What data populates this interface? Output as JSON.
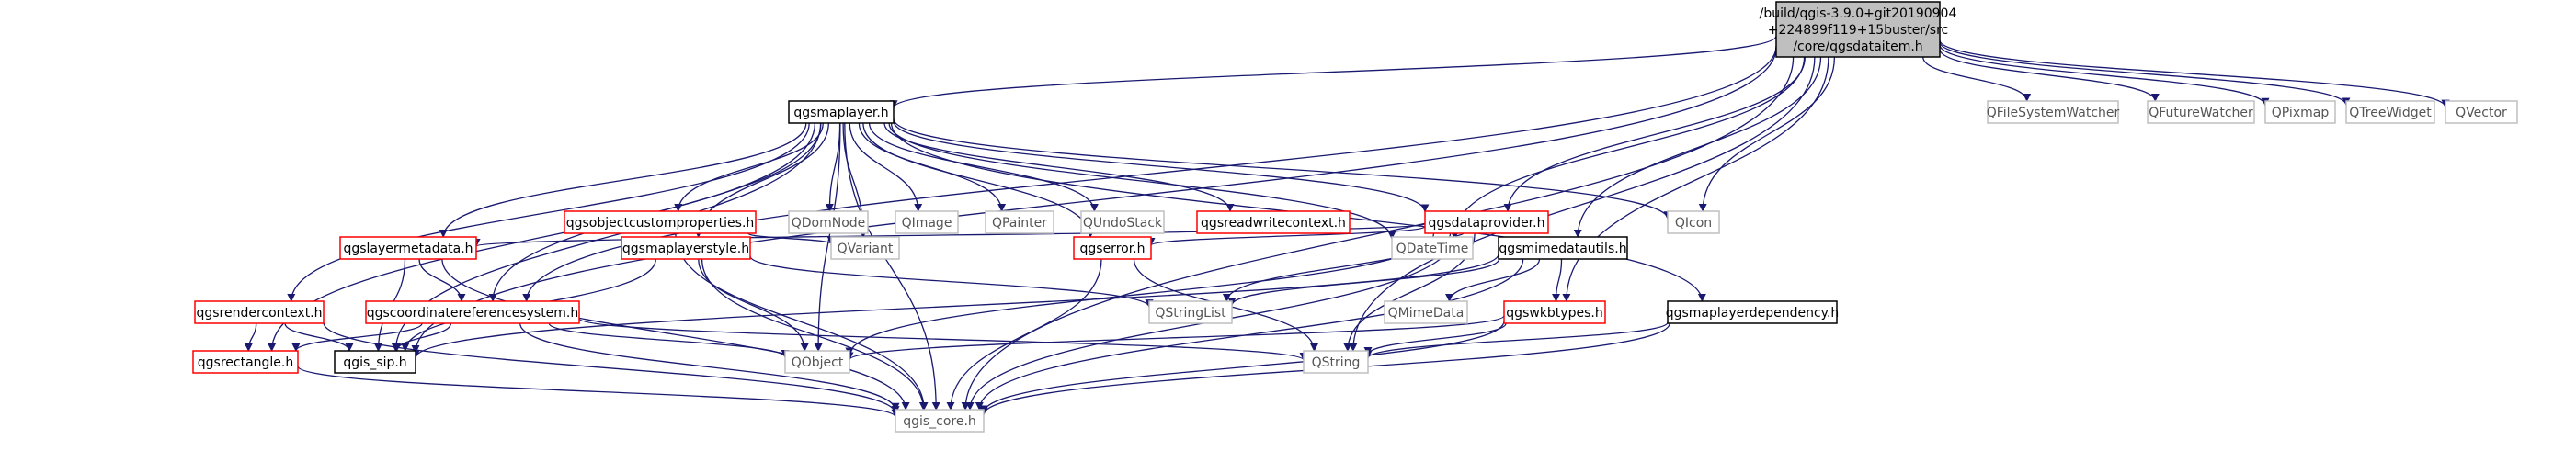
{
  "colors": {
    "edge": "#191970",
    "edge_light": "#bfbfbf",
    "border_black": "#000000",
    "border_red": "#ff0000",
    "border_gray": "#bfbfbf",
    "root_fill": "#bfbfbf",
    "text_dark": "#000000",
    "text_gray": "#555555"
  },
  "nodes": {
    "root": {
      "lines": [
        "/build/qgis-3.9.0+git20190904",
        "+224899f119+15buster/src",
        "/core/qgsdataitem.h"
      ],
      "style": "root"
    },
    "qgsmaplayer": {
      "lines": [
        "qgsmaplayer.h"
      ],
      "style": "black"
    },
    "qfilesystemwatcher": {
      "lines": [
        "QFileSystemWatcher"
      ],
      "style": "gray"
    },
    "qfuturewatcher": {
      "lines": [
        "QFutureWatcher"
      ],
      "style": "gray"
    },
    "qpixmap": {
      "lines": [
        "QPixmap"
      ],
      "style": "gray"
    },
    "qtreewidget": {
      "lines": [
        "QTreeWidget"
      ],
      "style": "gray"
    },
    "qvector": {
      "lines": [
        "QVector"
      ],
      "style": "gray"
    },
    "qgsobjectcustomproperties": {
      "lines": [
        "qgsobjectcustomproperties.h"
      ],
      "style": "red"
    },
    "qdomnode": {
      "lines": [
        "QDomNode"
      ],
      "style": "gray"
    },
    "qimage": {
      "lines": [
        "QImage"
      ],
      "style": "gray"
    },
    "qpainter": {
      "lines": [
        "QPainter"
      ],
      "style": "gray"
    },
    "qundostack": {
      "lines": [
        "QUndoStack"
      ],
      "style": "gray"
    },
    "qgsreadwritecontext": {
      "lines": [
        "qgsreadwritecontext.h"
      ],
      "style": "red"
    },
    "qgsdataprovider": {
      "lines": [
        "qgsdataprovider.h"
      ],
      "style": "red"
    },
    "qicon": {
      "lines": [
        "QIcon"
      ],
      "style": "gray"
    },
    "qgslayermetadata": {
      "lines": [
        "qgslayermetadata.h"
      ],
      "style": "red"
    },
    "qgsmaplayerstyle": {
      "lines": [
        "qgsmaplayerstyle.h"
      ],
      "style": "red"
    },
    "qvariant": {
      "lines": [
        "QVariant"
      ],
      "style": "gray"
    },
    "qgserror": {
      "lines": [
        "qgserror.h"
      ],
      "style": "red"
    },
    "qdatetime": {
      "lines": [
        "QDateTime"
      ],
      "style": "gray"
    },
    "qgsmimedatautils": {
      "lines": [
        "qgsmimedatautils.h"
      ],
      "style": "black"
    },
    "qgsrendercontext": {
      "lines": [
        "qgsrendercontext.h"
      ],
      "style": "red"
    },
    "qgscoordinatereferencesystem": {
      "lines": [
        "qgscoordinatereferencesystem.h"
      ],
      "style": "red"
    },
    "qstringlist": {
      "lines": [
        "QStringList"
      ],
      "style": "gray"
    },
    "qmimedata": {
      "lines": [
        "QMimeData"
      ],
      "style": "gray"
    },
    "qgswkbtypes": {
      "lines": [
        "qgswkbtypes.h"
      ],
      "style": "red"
    },
    "qgsmaplayerdependency": {
      "lines": [
        "qgsmaplayerdependency.h"
      ],
      "style": "black"
    },
    "qgsrectangle": {
      "lines": [
        "qgsrectangle.h"
      ],
      "style": "red"
    },
    "qgis_sip": {
      "lines": [
        "qgis_sip.h"
      ],
      "style": "black"
    },
    "qobject": {
      "lines": [
        "QObject"
      ],
      "style": "gray"
    },
    "qstring": {
      "lines": [
        "QString"
      ],
      "style": "gray"
    },
    "qgis_core": {
      "lines": [
        "qgis_core.h"
      ],
      "style": "gray"
    }
  },
  "edges": [
    [
      "root",
      "qgsmaplayer"
    ],
    [
      "root",
      "qfilesystemwatcher"
    ],
    [
      "root",
      "qfuturewatcher"
    ],
    [
      "root",
      "qpixmap"
    ],
    [
      "root",
      "qtreewidget"
    ],
    [
      "root",
      "qvector"
    ],
    [
      "root",
      "qicon"
    ],
    [
      "root",
      "qdatetime"
    ],
    [
      "root",
      "qgsmimedatautils"
    ],
    [
      "root",
      "qgscoordinatereferencesystem"
    ],
    [
      "root",
      "qgis_sip"
    ],
    [
      "root",
      "qgswkbtypes"
    ],
    [
      "root",
      "qstring"
    ],
    [
      "root",
      "qgis_core"
    ],
    [
      "root",
      "qgsdataprovider"
    ],
    [
      "qgsmaplayer",
      "qgsobjectcustomproperties"
    ],
    [
      "qgsmaplayer",
      "qdomnode"
    ],
    [
      "qgsmaplayer",
      "qimage"
    ],
    [
      "qgsmaplayer",
      "qpainter"
    ],
    [
      "qgsmaplayer",
      "qundostack"
    ],
    [
      "qgsmaplayer",
      "qgsreadwritecontext"
    ],
    [
      "qgsmaplayer",
      "qgsdataprovider"
    ],
    [
      "qgsmaplayer",
      "qicon"
    ],
    [
      "qgsmaplayer",
      "qgslayermetadata"
    ],
    [
      "qgsmaplayer",
      "qgsmaplayerstyle"
    ],
    [
      "qgsmaplayer",
      "qvariant"
    ],
    [
      "qgsmaplayer",
      "qgserror"
    ],
    [
      "qgsmaplayer",
      "qdatetime"
    ],
    [
      "qgsmaplayer",
      "qgsrendercontext"
    ],
    [
      "qgsmaplayer",
      "qgscoordinatereferencesystem"
    ],
    [
      "qgsmaplayer",
      "qgsmaplayerdependency"
    ],
    [
      "qgsmaplayer",
      "qgsrectangle"
    ],
    [
      "qgsmaplayer",
      "qgis_sip"
    ],
    [
      "qgsmaplayer",
      "qobject"
    ],
    [
      "qgsmaplayer",
      "qgis_core"
    ],
    [
      "qgsobjectcustomproperties",
      "qvariant"
    ],
    [
      "qgsobjectcustomproperties",
      "qgis_core"
    ],
    [
      "qgsdataprovider",
      "qdatetime"
    ],
    [
      "qgsdataprovider",
      "qgslayermetadata"
    ],
    [
      "qgsdataprovider",
      "qgserror"
    ],
    [
      "qgsdataprovider",
      "qstringlist"
    ],
    [
      "qgsdataprovider",
      "qobject"
    ],
    [
      "qgsdataprovider",
      "qstring"
    ],
    [
      "qgsdataprovider",
      "qgis_core"
    ],
    [
      "qgslayermetadata",
      "qgscoordinatereferencesystem"
    ],
    [
      "qgslayermetadata",
      "qgis_sip"
    ],
    [
      "qgslayermetadata",
      "qgis_core"
    ],
    [
      "qgsmaplayerstyle",
      "qstringlist"
    ],
    [
      "qgsmaplayerstyle",
      "qgis_sip"
    ],
    [
      "qgsmaplayerstyle",
      "qobject"
    ],
    [
      "qgsmaplayerstyle",
      "qgis_core"
    ],
    [
      "qgserror",
      "qstring"
    ],
    [
      "qgserror",
      "qgis_core"
    ],
    [
      "qgsmimedatautils",
      "qstringlist"
    ],
    [
      "qgsmimedatautils",
      "qmimedata"
    ],
    [
      "qgsmimedatautils",
      "qgswkbtypes"
    ],
    [
      "qgsmimedatautils",
      "qgis_sip"
    ],
    [
      "qgsmimedatautils",
      "qgis_core"
    ],
    [
      "qgsrendercontext",
      "qgsrectangle"
    ],
    [
      "qgsrendercontext",
      "qgis_sip"
    ],
    [
      "qgsrendercontext",
      "qgis_core"
    ],
    [
      "qgscoordinatereferencesystem",
      "qgsrectangle"
    ],
    [
      "qgscoordinatereferencesystem",
      "qgis_sip"
    ],
    [
      "qgscoordinatereferencesystem",
      "qobject"
    ],
    [
      "qgscoordinatereferencesystem",
      "qstring"
    ],
    [
      "qgscoordinatereferencesystem",
      "qgis_core"
    ],
    [
      "qgswkbtypes",
      "qobject"
    ],
    [
      "qgswkbtypes",
      "qstring"
    ],
    [
      "qgswkbtypes",
      "qgis_core"
    ],
    [
      "qgsmaplayerdependency",
      "qstring"
    ],
    [
      "qgsmaplayerdependency",
      "qgis_core"
    ],
    [
      "qgsrectangle",
      "qgis_core"
    ]
  ]
}
